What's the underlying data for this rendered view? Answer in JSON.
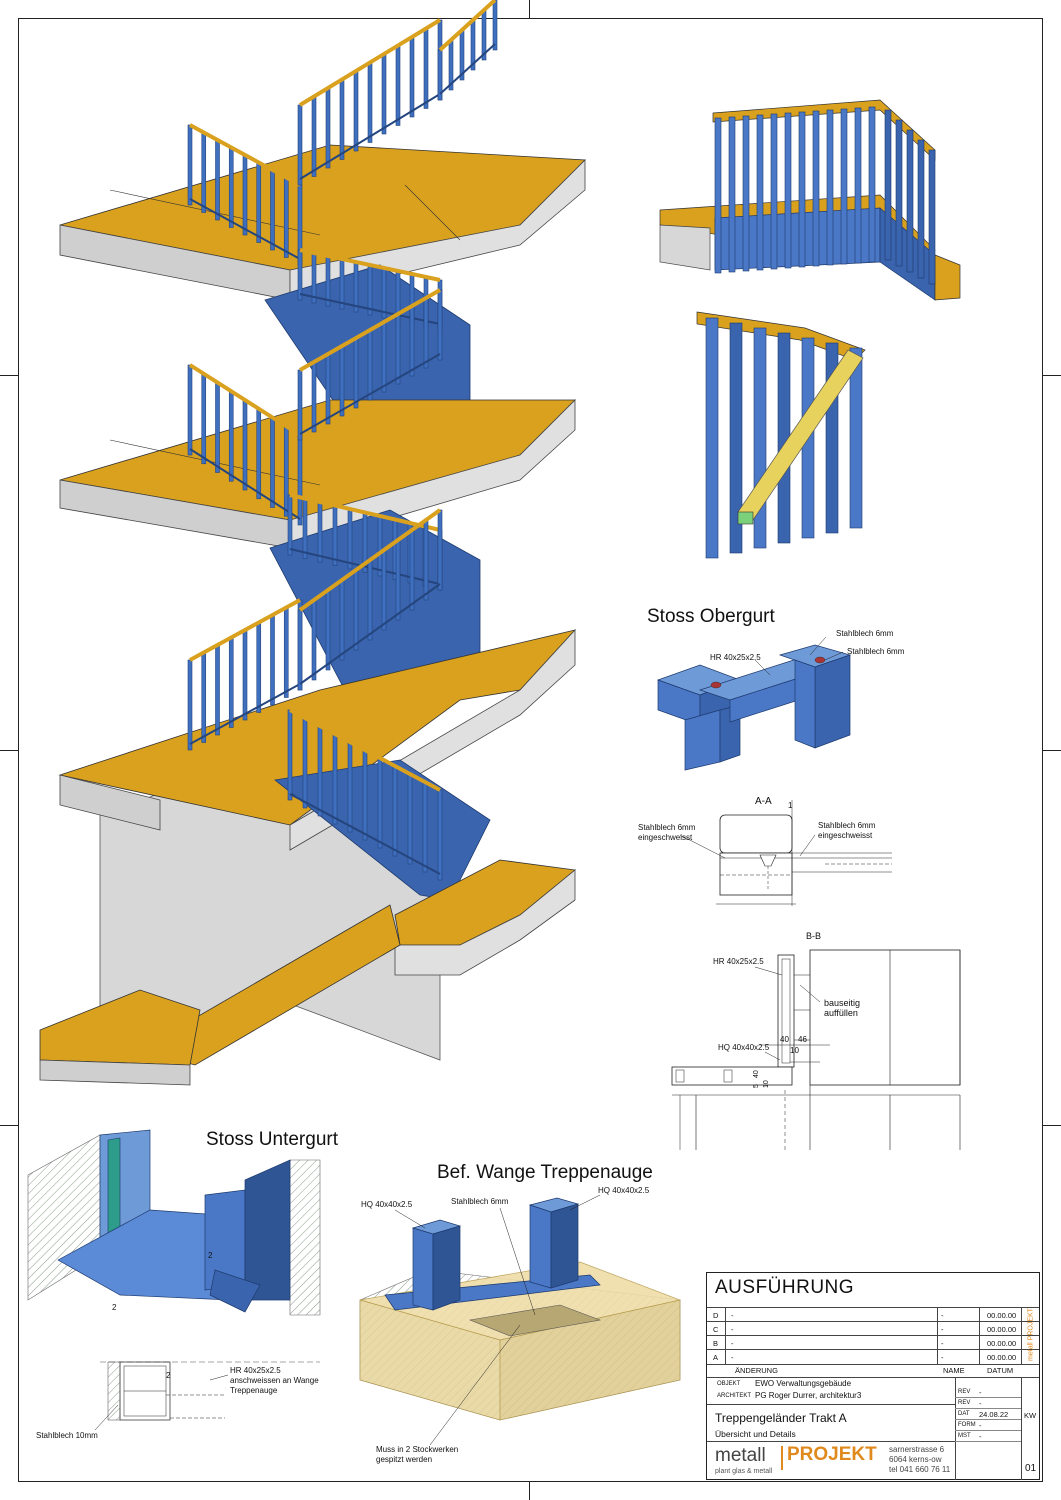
{
  "views": {
    "stoss_obergurt": "Stoss Obergurt",
    "stoss_untergurt": "Stoss Untergurt",
    "bef_wange": "Bef. Wange Treppenauge"
  },
  "detail_obergurt": {
    "hr": "HR 40x25x2.5",
    "blech1": "Stahlblech 6mm",
    "blech2": "Stahlblech 6mm"
  },
  "section_aa": {
    "title": "A-A",
    "marker": "1",
    "left_note_1": "Stahlblech 6mm",
    "left_note_2": "eingeschweisst",
    "right_note_1": "Stahlblech 6mm",
    "right_note_2": "eingeschweisst"
  },
  "section_bb": {
    "title": "B-B",
    "hr": "HR 40x25x2.5",
    "hq": "HQ 40x40x2.5",
    "note_1": "bauseitig",
    "note_2": "auffüllen",
    "dim_40": "40",
    "dim_46": "46",
    "dim_10": "10",
    "dim_5": "5",
    "dim_40v": "40",
    "dim_10v": "10"
  },
  "detail_untergurt": {
    "marker": "2",
    "hr": "HR 40x25x2.5",
    "note_1": "anschweissen an Wange",
    "note_2": "Treppenauge",
    "blech": "Stahlblech 10mm"
  },
  "detail_wange": {
    "hq_left": "HQ 40x40x2.5",
    "blech": "Stahlblech 6mm",
    "hq_right": "HQ 40x40x2.5",
    "note_1": "Muss in 2 Stockwerken",
    "note_2": "gespitzt werden"
  },
  "title_block": {
    "status": "AUSFÜHRUNG",
    "revisions": [
      {
        "rev": "D",
        "text": "-",
        "name": "-",
        "date": "00.00.00"
      },
      {
        "rev": "C",
        "text": "-",
        "name": "-",
        "date": "00.00.00"
      },
      {
        "rev": "B",
        "text": "-",
        "name": "-",
        "date": "00.00.00"
      },
      {
        "rev": "A",
        "text": "-",
        "name": "-",
        "date": "00.00.00"
      }
    ],
    "head_change": "ÄNDERUNG",
    "head_name": "NAME",
    "head_date": "DATUM",
    "objekt_label": "OBJEKT",
    "objekt": "EWO Verwaltungsgebäude",
    "architekt_label": "ARCHITEKT",
    "architekt": "PG Roger Durrer, architektur3",
    "title": "Treppengeländer Trakt A",
    "subtitle": "Übersicht und Details",
    "rev_label_1": "REV",
    "rev_val_1": "-",
    "rev_label_2": "REV",
    "rev_val_2": "-",
    "dat_label": "DAT",
    "dat_val": "24.08.22",
    "kw": "KW",
    "form_label": "FORM",
    "form_val": "-",
    "mst_label": "MST",
    "mst_val": "-",
    "brand_a": "metall",
    "brand_b": "PROJEKT",
    "brand_sub": "plant glas & metall",
    "address_1": "sarnerstrasse 6",
    "address_2": "6064 kerns-ow",
    "address_3": "tel 041 660 76 11",
    "side_brand": "metall PROJEKT",
    "sheet_no": "01"
  },
  "colors": {
    "slab_top": "#d9a11e",
    "slab_edge": "#c8c8c8",
    "steel": "#3f6fbf",
    "steel_dark": "#24457e",
    "rail": "#e8c72e"
  }
}
